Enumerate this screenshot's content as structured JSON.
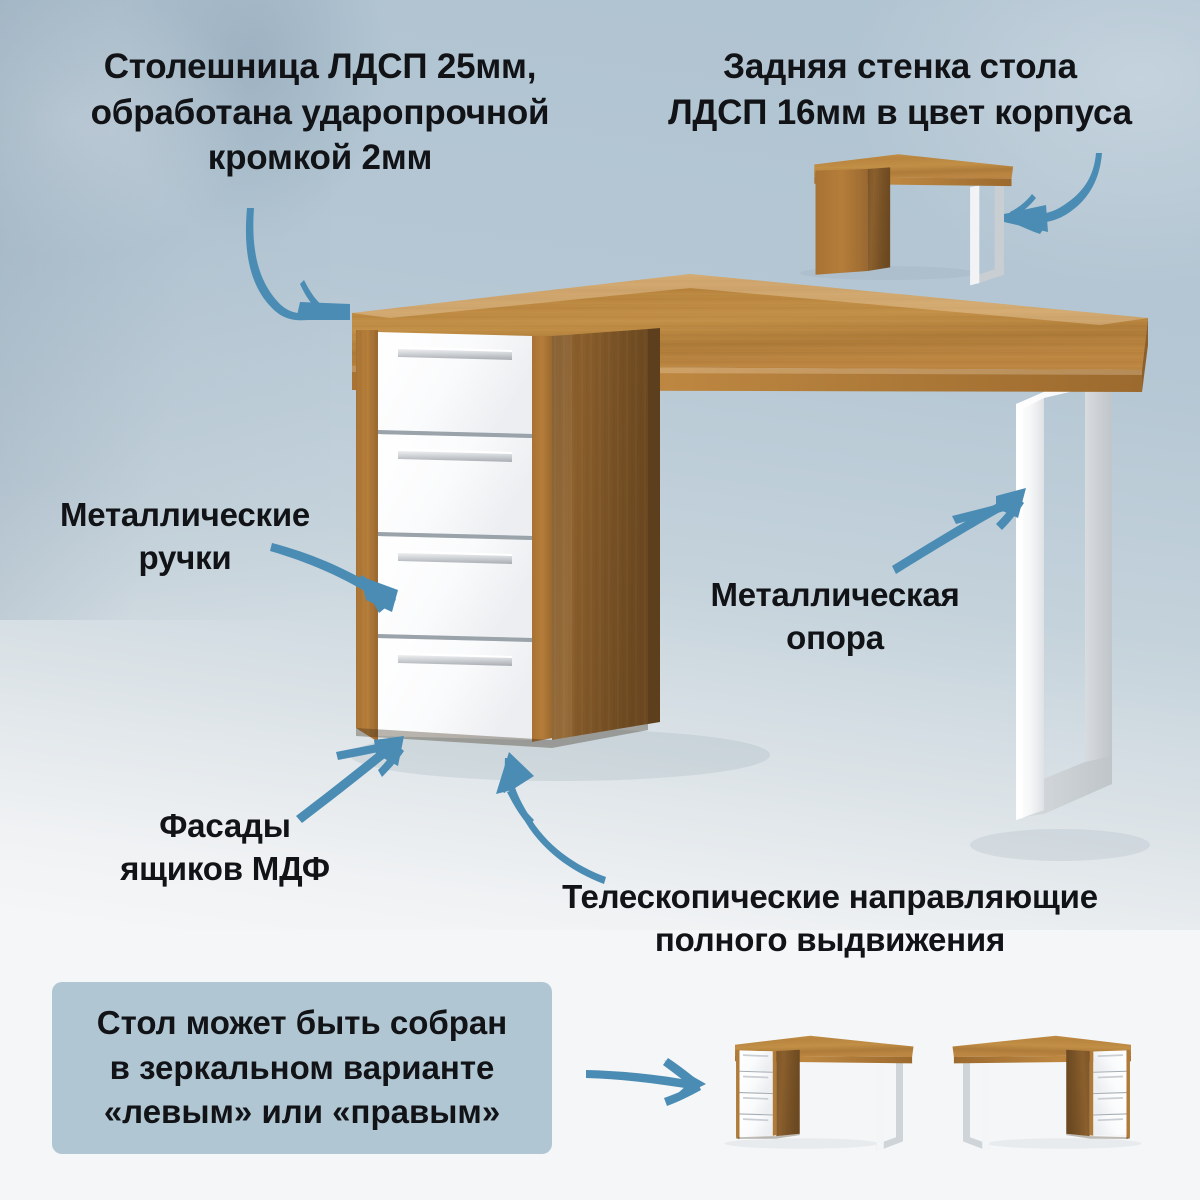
{
  "page": {
    "background_top": "#b5c7d4",
    "background_bottom": "#f5f6f7",
    "arrow_color": "#4a8cb4",
    "note_box_color": "#b1c6d3",
    "text_color": "#111316",
    "wood_color": "#b27a35",
    "wood_dark_color": "#6e4a22",
    "front_white": "#fbfcfd",
    "metal_white": "#f3f4f6"
  },
  "callouts": {
    "worktop": "Столешница ЛДСП 25мм,\nобработана ударопрочной\nкромкой 2мм",
    "back_panel": "Задняя стенка стола\nЛДСП 16мм в цвет корпуса",
    "handles": "Металлические\nручки",
    "support": "Металлическая\nопора",
    "facades": "Фасады\nящиков МДФ",
    "rails": "Телескопические направляющие\nполного выдвижения"
  },
  "mirror_note": {
    "text": "Стол может быть собран\nв зеркальном варианте\n«левым» или «правым»"
  },
  "figures": {
    "main_desk": "desk-with-4-drawers-oak-and-white",
    "back_view_thumb": "desk-back-view-oak",
    "mirror_left_thumb": "desk-left-hand-variant",
    "mirror_right_thumb": "desk-right-hand-variant"
  },
  "arrows": [
    {
      "name": "arrow-to-worktop",
      "from": "worktop-text",
      "to": "desk-top-edge"
    },
    {
      "name": "arrow-to-back-panel",
      "from": "back-panel-text",
      "to": "back-view-thumb"
    },
    {
      "name": "arrow-to-handles",
      "from": "handles-text",
      "to": "drawer-handle"
    },
    {
      "name": "arrow-to-support",
      "from": "support-text",
      "to": "metal-leg"
    },
    {
      "name": "arrow-to-facades",
      "from": "facades-text",
      "to": "drawer-front"
    },
    {
      "name": "arrow-to-rails",
      "from": "rails-text",
      "to": "drawer-cabinet-bottom"
    },
    {
      "name": "arrow-to-mirror",
      "from": "mirror-note",
      "to": "mirror-thumbs"
    }
  ],
  "drawer_count": 4
}
